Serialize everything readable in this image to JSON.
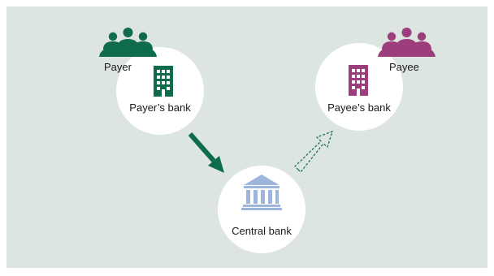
{
  "payer": {
    "label": "Payer",
    "color": "#0e6b4e",
    "icon": "people-group-icon"
  },
  "payer_bank": {
    "label": "Payer’s bank",
    "color": "#0e6b4e",
    "icon": "office-building-icon"
  },
  "payee": {
    "label": "Payee",
    "color": "#9c3d7c",
    "icon": "people-group-icon"
  },
  "payee_bank": {
    "label": "Payee’s bank",
    "color": "#9c3d7c",
    "icon": "office-building-icon"
  },
  "central_bank": {
    "label": "Central bank",
    "color": "#9fb6dc",
    "icon": "bank-columns-icon"
  },
  "flows": {
    "payer_to_central": {
      "style": "solid",
      "color": "#0e6b4e"
    },
    "central_to_payee": {
      "style": "dashed",
      "color": "#0e6b4e"
    }
  },
  "background_color": "#dde5e0"
}
